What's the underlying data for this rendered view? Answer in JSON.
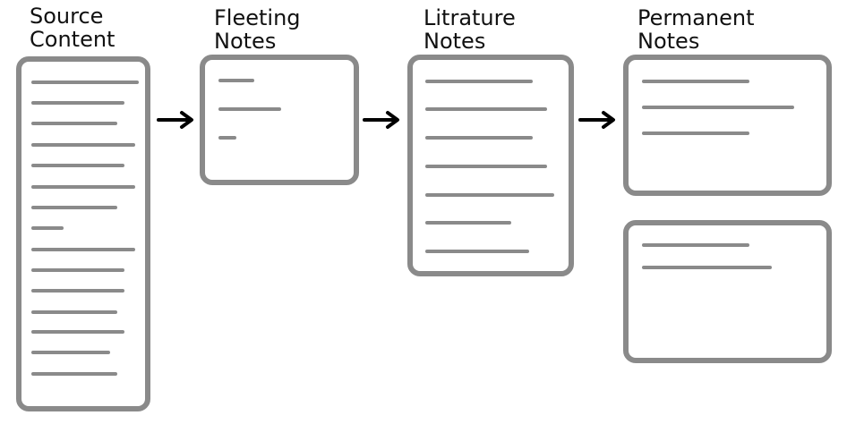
{
  "colors": {
    "box": "#8a8a8a",
    "arrow": "#000000",
    "text": "#111111"
  },
  "columns": [
    {
      "title": [
        "Source",
        "Content"
      ]
    },
    {
      "title": [
        "Fleeting",
        "Notes"
      ]
    },
    {
      "title": [
        "Litrature",
        "Notes"
      ]
    },
    {
      "title": [
        "Permanent",
        "Notes"
      ]
    }
  ],
  "icons": {
    "arrow": "arrow-right-icon"
  }
}
